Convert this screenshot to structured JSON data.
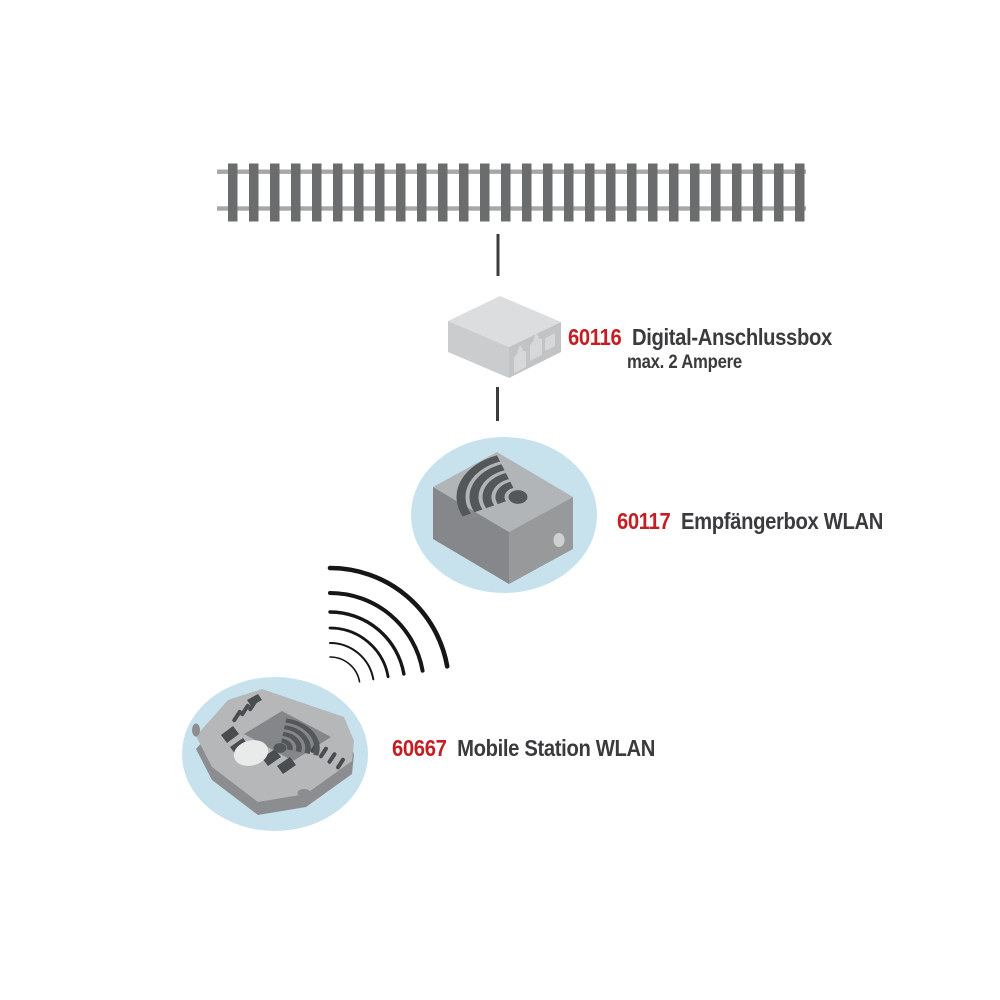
{
  "items": [
    {
      "number": "60116",
      "name": "Digital-Anschlussbox",
      "note": "max. 2 Ampere"
    },
    {
      "number": "60117",
      "name": "Empfängerbox WLAN"
    },
    {
      "number": "60667",
      "name": "Mobile Station WLAN"
    }
  ],
  "icons": [
    "track-icon",
    "connector-box-icon",
    "wifi-receiver-box-icon",
    "wifi-icon",
    "wifi-waves-icon",
    "mobile-station-icon"
  ],
  "colors": {
    "accent_red": "#c41e24",
    "label_dark": "#3a3b3d",
    "highlight_blue": "#c7e2ec",
    "tie_gray": "#6a6c6e",
    "rail_gray": "#a7a7a7",
    "wave_black": "#161616"
  }
}
